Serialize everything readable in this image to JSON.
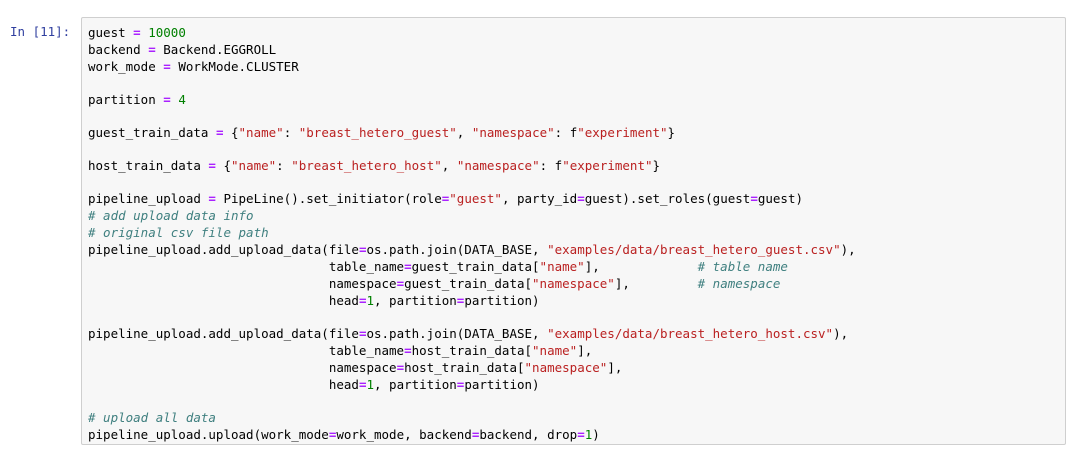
{
  "cell": {
    "prompt": "In [11]:",
    "lines": [
      [
        [
          "id",
          "guest "
        ],
        [
          "op",
          "="
        ],
        [
          "id",
          " "
        ],
        [
          "num",
          "10000"
        ]
      ],
      [
        [
          "id",
          "backend "
        ],
        [
          "op",
          "="
        ],
        [
          "id",
          " Backend.EGGROLL"
        ]
      ],
      [
        [
          "id",
          "work_mode "
        ],
        [
          "op",
          "="
        ],
        [
          "id",
          " WorkMode.CLUSTER"
        ]
      ],
      [],
      [
        [
          "id",
          "partition "
        ],
        [
          "op",
          "="
        ],
        [
          "id",
          " "
        ],
        [
          "num",
          "4"
        ]
      ],
      [],
      [
        [
          "id",
          "guest_train_data "
        ],
        [
          "op",
          "="
        ],
        [
          "id",
          " {"
        ],
        [
          "str",
          "\"name\""
        ],
        [
          "id",
          ": "
        ],
        [
          "str",
          "\"breast_hetero_guest\""
        ],
        [
          "id",
          ", "
        ],
        [
          "str",
          "\"namespace\""
        ],
        [
          "id",
          ": f"
        ],
        [
          "str",
          "\"experiment\""
        ],
        [
          "id",
          "}"
        ]
      ],
      [],
      [
        [
          "id",
          "host_train_data "
        ],
        [
          "op",
          "="
        ],
        [
          "id",
          " {"
        ],
        [
          "str",
          "\"name\""
        ],
        [
          "id",
          ": "
        ],
        [
          "str",
          "\"breast_hetero_host\""
        ],
        [
          "id",
          ", "
        ],
        [
          "str",
          "\"namespace\""
        ],
        [
          "id",
          ": f"
        ],
        [
          "str",
          "\"experiment\""
        ],
        [
          "id",
          "}"
        ]
      ],
      [],
      [
        [
          "id",
          "pipeline_upload "
        ],
        [
          "op",
          "="
        ],
        [
          "id",
          " PipeLine().set_initiator(role"
        ],
        [
          "op",
          "="
        ],
        [
          "str",
          "\"guest\""
        ],
        [
          "id",
          ", party_id"
        ],
        [
          "op",
          "="
        ],
        [
          "id",
          "guest).set_roles(guest"
        ],
        [
          "op",
          "="
        ],
        [
          "id",
          "guest)"
        ]
      ],
      [
        [
          "com",
          "# add upload data info"
        ]
      ],
      [
        [
          "com",
          "# original csv file path"
        ]
      ],
      [
        [
          "id",
          "pipeline_upload.add_upload_data(file"
        ],
        [
          "op",
          "="
        ],
        [
          "id",
          "os.path.join(DATA_BASE, "
        ],
        [
          "str",
          "\"examples/data/breast_hetero_guest.csv\""
        ],
        [
          "id",
          "),"
        ]
      ],
      [
        [
          "id",
          "                                table_name"
        ],
        [
          "op",
          "="
        ],
        [
          "id",
          "guest_train_data["
        ],
        [
          "str",
          "\"name\""
        ],
        [
          "id",
          "],             "
        ],
        [
          "com",
          "# table name"
        ]
      ],
      [
        [
          "id",
          "                                namespace"
        ],
        [
          "op",
          "="
        ],
        [
          "id",
          "guest_train_data["
        ],
        [
          "str",
          "\"namespace\""
        ],
        [
          "id",
          "],         "
        ],
        [
          "com",
          "# namespace"
        ]
      ],
      [
        [
          "id",
          "                                head"
        ],
        [
          "op",
          "="
        ],
        [
          "num",
          "1"
        ],
        [
          "id",
          ", partition"
        ],
        [
          "op",
          "="
        ],
        [
          "id",
          "partition)"
        ]
      ],
      [],
      [
        [
          "id",
          "pipeline_upload.add_upload_data(file"
        ],
        [
          "op",
          "="
        ],
        [
          "id",
          "os.path.join(DATA_BASE, "
        ],
        [
          "str",
          "\"examples/data/breast_hetero_host.csv\""
        ],
        [
          "id",
          "),"
        ]
      ],
      [
        [
          "id",
          "                                table_name"
        ],
        [
          "op",
          "="
        ],
        [
          "id",
          "host_train_data["
        ],
        [
          "str",
          "\"name\""
        ],
        [
          "id",
          "],"
        ]
      ],
      [
        [
          "id",
          "                                namespace"
        ],
        [
          "op",
          "="
        ],
        [
          "id",
          "host_train_data["
        ],
        [
          "str",
          "\"namespace\""
        ],
        [
          "id",
          "],"
        ]
      ],
      [
        [
          "id",
          "                                head"
        ],
        [
          "op",
          "="
        ],
        [
          "num",
          "1"
        ],
        [
          "id",
          ", partition"
        ],
        [
          "op",
          "="
        ],
        [
          "id",
          "partition)"
        ]
      ],
      [],
      [
        [
          "com",
          "# upload all data"
        ]
      ],
      [
        [
          "id",
          "pipeline_upload.upload(work_mode"
        ],
        [
          "op",
          "="
        ],
        [
          "id",
          "work_mode, backend"
        ],
        [
          "op",
          "="
        ],
        [
          "id",
          "backend, drop"
        ],
        [
          "op",
          "="
        ],
        [
          "num",
          "1"
        ],
        [
          "id",
          ")"
        ]
      ]
    ]
  },
  "colors": {
    "prompt": "#303f9f",
    "operator": "#aa22ff",
    "number": "#008000",
    "string": "#ba2121",
    "comment": "#408080",
    "cell_background": "#f7f7f7",
    "cell_border": "#cfcfcf"
  }
}
